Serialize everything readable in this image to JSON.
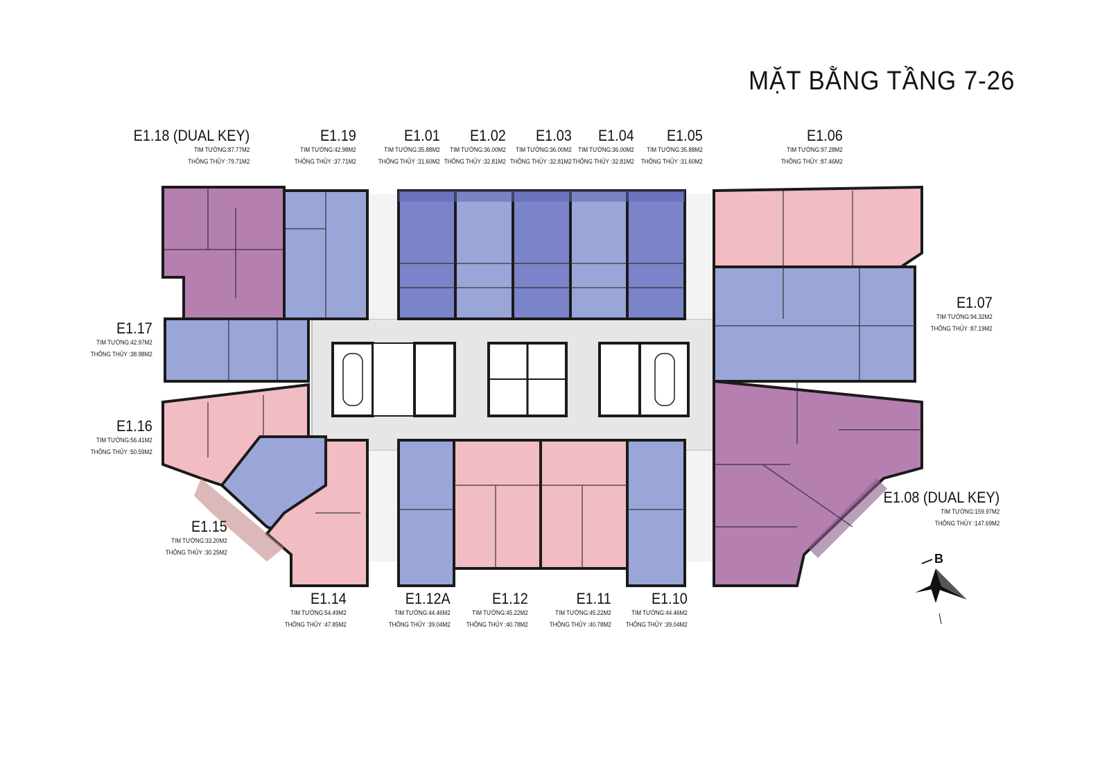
{
  "title": "MẶT BẰNG  TẦNG  7-26",
  "compass": {
    "letter": "B"
  },
  "colors": {
    "violet": "#b57fb0",
    "pink": "#f1bcc3",
    "blue": "#9aa6d8",
    "deep_blue": "#7b84c9",
    "core": "#e6e6e6",
    "wall": "#1a1a1a"
  },
  "units": [
    {
      "code": "E1.18 (DUAL KEY)",
      "tim_tuong": "TIM TƯỜNG:87.77M2",
      "thong_thuy": "THÔNG THỦY :79.71M2"
    },
    {
      "code": "E1.19",
      "tim_tuong": "TIM TƯỜNG:42.98M2",
      "thong_thuy": "THÔNG THỦY :37.71M2"
    },
    {
      "code": "E1.01",
      "tim_tuong": "TIM TƯỜNG:35.88M2",
      "thong_thuy": "THÔNG THỦY :31.60M2"
    },
    {
      "code": "E1.02",
      "tim_tuong": "TIM TƯỜNG:36.00M2",
      "thong_thuy": "THÔNG THỦY :32.81M2"
    },
    {
      "code": "E1.03",
      "tim_tuong": "TIM TƯỜNG:36.00M2",
      "thong_thuy": "THÔNG THỦY :32.81M2"
    },
    {
      "code": "E1.04",
      "tim_tuong": "TIM TƯỜNG:36.00M2",
      "thong_thuy": "THÔNG THỦY :32.81M2"
    },
    {
      "code": "E1.05",
      "tim_tuong": "TIM TƯỜNG:35.88M2",
      "thong_thuy": "THÔNG THỦY :31.60M2"
    },
    {
      "code": "E1.06",
      "tim_tuong": "TIM TƯỜNG:97.28M2",
      "thong_thuy": "THÔNG THỦY :87.46M2"
    },
    {
      "code": "E1.07",
      "tim_tuong": "TIM TƯỜNG:94.32M2",
      "thong_thuy": "THÔNG THỦY :87.19M2"
    },
    {
      "code": "E1.08 (DUAL KEY)",
      "tim_tuong": "TIM TƯỜNG:159.97M2",
      "thong_thuy": "THÔNG THỦY :147.69M2"
    },
    {
      "code": "E1.10",
      "tim_tuong": "TIM TƯỜNG:44.46M2",
      "thong_thuy": "THÔNG THỦY :39.04M2"
    },
    {
      "code": "E1.11",
      "tim_tuong": "TIM TƯỜNG:45.22M2",
      "thong_thuy": "THÔNG THỦY :40.78M2"
    },
    {
      "code": "E1.12",
      "tim_tuong": "TIM TƯỜNG:45.22M2",
      "thong_thuy": "THÔNG THỦY :40.78M2"
    },
    {
      "code": "E1.12A",
      "tim_tuong": "TIM TƯỜNG:44.46M2",
      "thong_thuy": "THÔNG THỦY :39.04M2"
    },
    {
      "code": "E1.14",
      "tim_tuong": "TIM TƯỜNG:54.49M2",
      "thong_thuy": "THÔNG THỦY :47.85M2"
    },
    {
      "code": "E1.15",
      "tim_tuong": "TIM TƯỜNG:33.20M2",
      "thong_thuy": "THÔNG THỦY :30.25M2"
    },
    {
      "code": "E1.16",
      "tim_tuong": "TIM TƯỜNG:56.41M2",
      "thong_thuy": "THÔNG THỦY :50.59M2"
    },
    {
      "code": "E1.17",
      "tim_tuong": "TIM TƯỜNG:42.97M2",
      "thong_thuy": "THÔNG THỦY :38.98M2"
    }
  ]
}
